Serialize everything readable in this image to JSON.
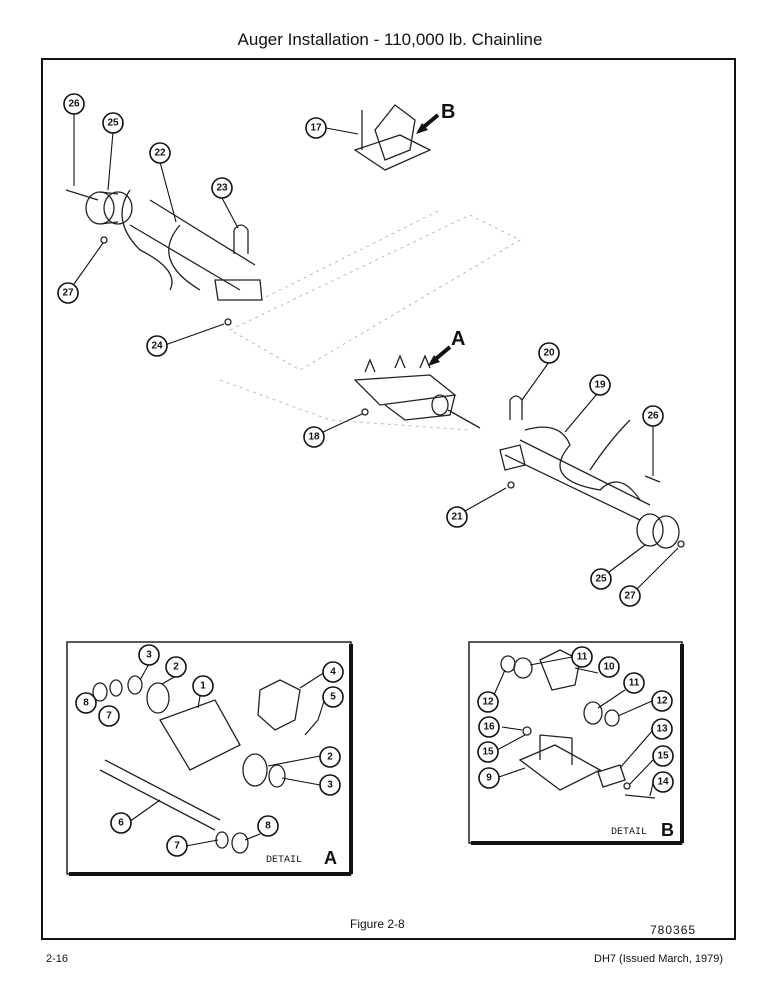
{
  "title": "Auger Installation - 110,000 lb. Chainline",
  "figure_caption": "Figure 2-8",
  "drawing_number": "780365",
  "page_number": "2-16",
  "issue_note": "DH7 (Issued March, 1979)",
  "view_labels": {
    "a": "A",
    "b": "B"
  },
  "detail_a": {
    "prefix": "DETAIL",
    "letter": "A"
  },
  "detail_b": {
    "prefix": "DETAIL",
    "letter": "B"
  },
  "callouts": {
    "c1": "1",
    "c2a": "2",
    "c2b": "2",
    "c3a": "3",
    "c3b": "3",
    "c4": "4",
    "c5": "5",
    "c6": "6",
    "c7a": "7",
    "c7b": "7",
    "c8a": "8",
    "c8b": "8",
    "c9": "9",
    "c10": "10",
    "c11a": "11",
    "c11b": "11",
    "c12a": "12",
    "c12b": "12",
    "c13": "13",
    "c14": "14",
    "c15a": "15",
    "c15b": "15",
    "c16": "16",
    "c17": "17",
    "c18": "18",
    "c19": "19",
    "c20": "20",
    "c21": "21",
    "c22": "22",
    "c23": "23",
    "c24": "24",
    "c25a": "25",
    "c25b": "25",
    "c26a": "26",
    "c26b": "26",
    "c27a": "27",
    "c27b": "27"
  }
}
